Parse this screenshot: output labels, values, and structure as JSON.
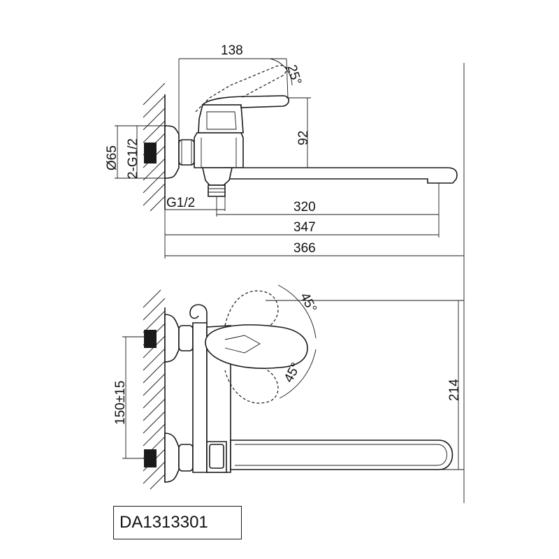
{
  "top_view": {
    "dim_lever_length": "138",
    "dim_lever_angle": "25°",
    "dim_height": "92",
    "dim_flange_dia": "Ø65",
    "dim_inlet_thread": "2-G1/2",
    "dim_outlet_thread": "G1/2",
    "dim_spout_320": "320",
    "dim_spout_347": "347",
    "dim_total_366": "366"
  },
  "front_view": {
    "dim_swivel_up": "45°",
    "dim_swivel_down": "45°",
    "dim_height_214": "214",
    "dim_centers": "150±15"
  },
  "model_code": "DA1313301"
}
